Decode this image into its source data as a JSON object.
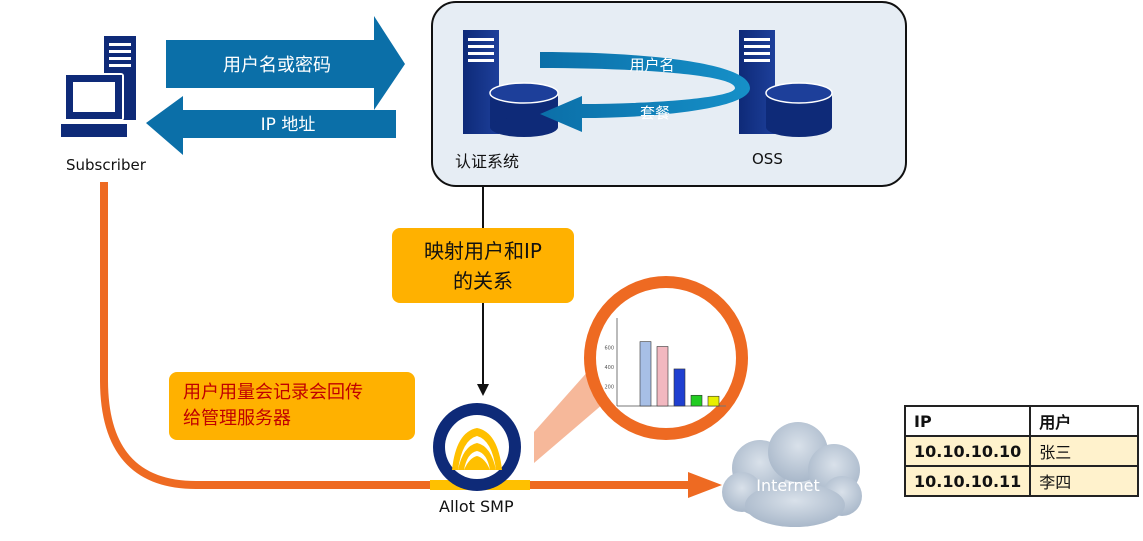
{
  "subscriber": {
    "label": "Subscriber"
  },
  "arrows": {
    "request_label": "用户名或密码",
    "response_label": "IP 地址"
  },
  "auth_panel": {
    "auth_system_label": "认证系统",
    "oss_label": "OSS",
    "username_label": "用户名",
    "plan_label": "套餐"
  },
  "callouts": {
    "mapping_lines": [
      "映射用户和IP",
      "的关系"
    ],
    "usage_lines": [
      "用户用量会记录会回传",
      "给管理服务器"
    ]
  },
  "smp": {
    "label": "Allot SMP"
  },
  "internet": {
    "label": "Internet"
  },
  "mini_chart": {
    "ticks": [
      "600",
      "400",
      "200"
    ],
    "bars": [
      {
        "value": 660,
        "color": "#A7BFE6"
      },
      {
        "value": 610,
        "color": "#F2B8C0"
      },
      {
        "value": 380,
        "color": "#1F3FD0"
      },
      {
        "value": 110,
        "color": "#22CC22"
      },
      {
        "value": 100,
        "color": "#E8F000"
      }
    ],
    "ymax": 800
  },
  "table": {
    "headers": [
      "IP",
      "用户"
    ],
    "rows": [
      [
        "10.10.10.10",
        "张三"
      ],
      [
        "10.10.10.11",
        "李四"
      ]
    ]
  },
  "colors": {
    "arrow_blue": "#0B6FA8",
    "server_navy": "#0E2A78",
    "orange": "#EE6A22",
    "callout_gold": "#FFB100",
    "panel_fill": "#E6EDF4",
    "cloud": "#B7C4D4"
  }
}
